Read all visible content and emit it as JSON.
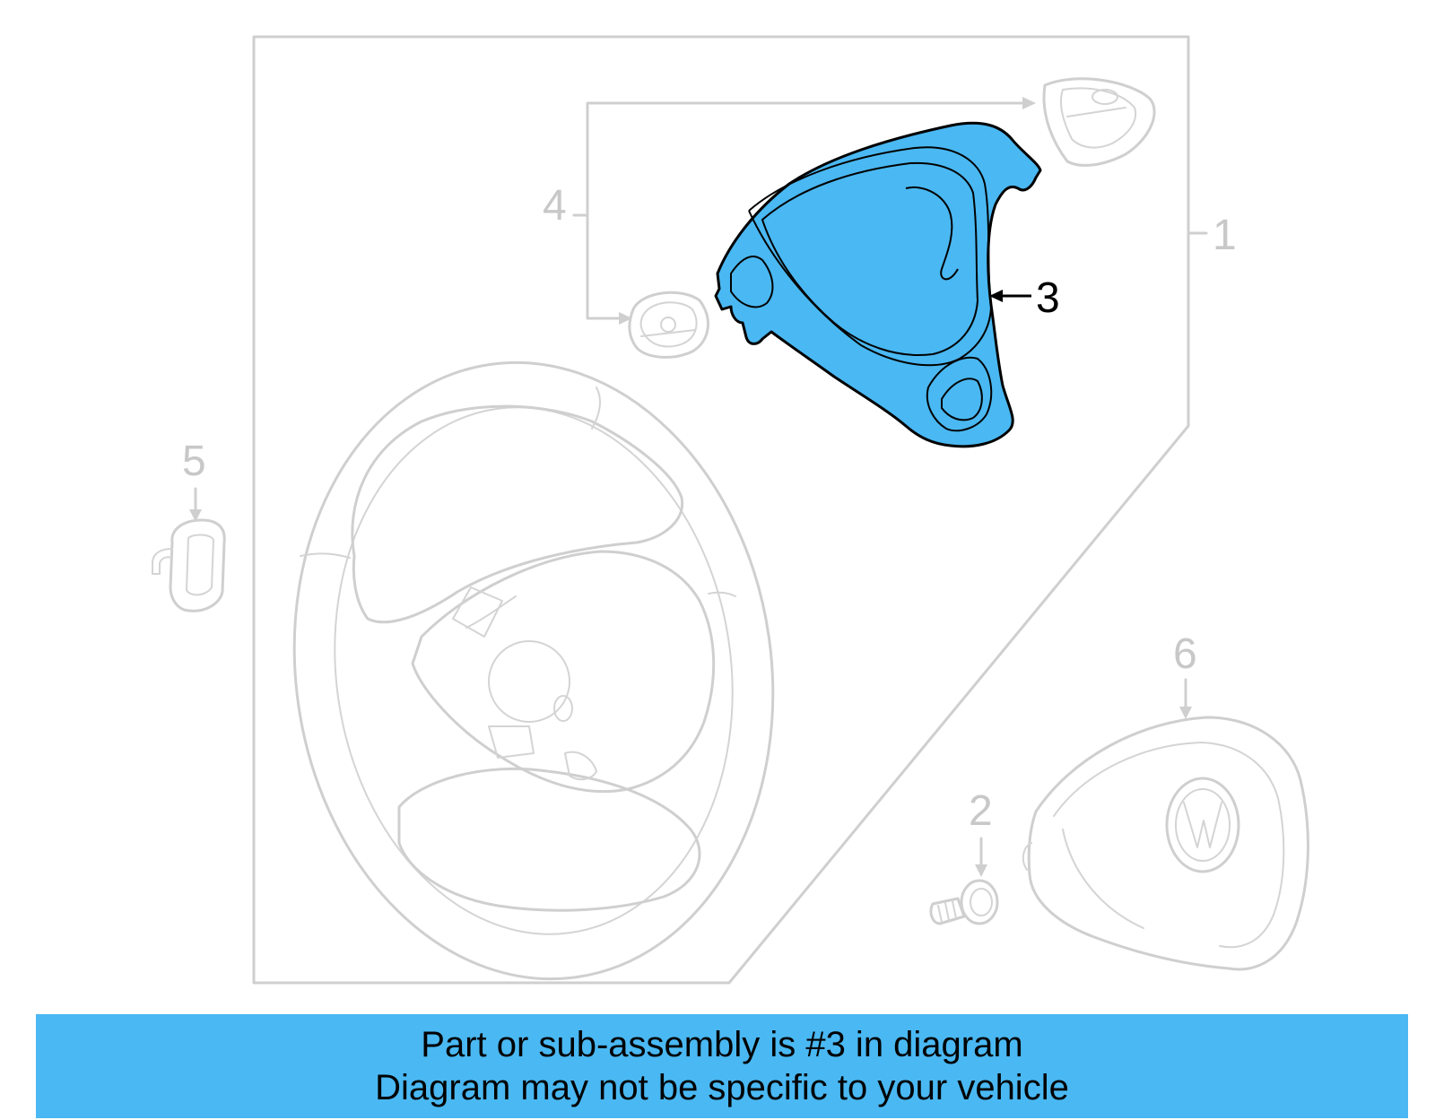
{
  "callouts": {
    "c1": "1",
    "c2": "2",
    "c3": "3",
    "c4": "4",
    "c5": "5",
    "c6": "6"
  },
  "colors": {
    "highlight": "#4ab8f2",
    "ghost_line": "#cfcfcf",
    "banner_bg": "#4ab8f2"
  },
  "banner": {
    "line1": "Part or sub-assembly is #3 in diagram",
    "line2": "Diagram may not be specific to your vehicle"
  }
}
